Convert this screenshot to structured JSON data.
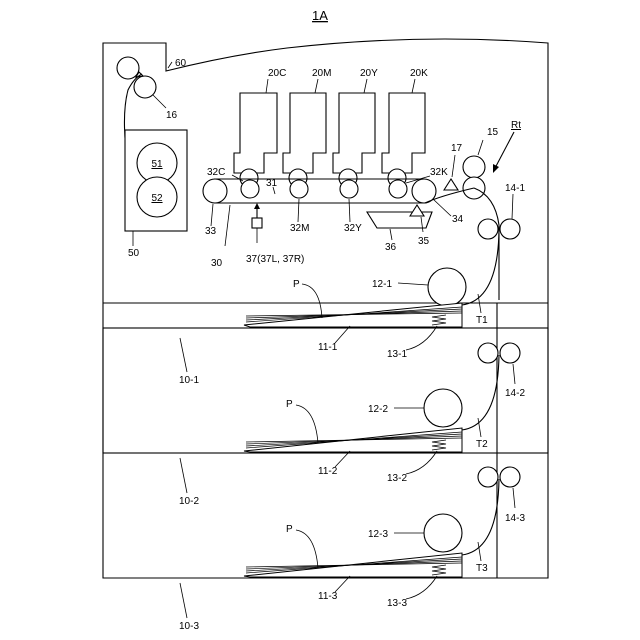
{
  "title": "1A",
  "labels": {
    "housing": "60",
    "exit_roller": "16",
    "toner_c": "20C",
    "toner_m": "20M",
    "toner_y": "20Y",
    "toner_k": "20K",
    "reg_roller": "15",
    "route": "Rt",
    "sensor17": "17",
    "fix_heat": "51",
    "fix_press": "52",
    "fixer": "50",
    "primary_c": "32C",
    "primary_k": "32K",
    "primary_m": "32M",
    "primary_y": "32Y",
    "belt": "31",
    "drive_roller": "33",
    "tension_roller": "34",
    "cleaner": "36",
    "sensor35": "35",
    "transfer_unit": "30",
    "density_sensor": "37(37L, 37R)",
    "feed_roller_1": "14-1",
    "paper_1": "P",
    "pickup_1": "12-1",
    "path_1": "T1",
    "tray_1": "11-1",
    "spring_1": "13-1",
    "cassette_1": "10-1",
    "feed_roller_2": "14-2",
    "paper_2": "P",
    "pickup_2": "12-2",
    "path_2": "T2",
    "tray_2": "11-2",
    "spring_2": "13-2",
    "cassette_2": "10-2",
    "feed_roller_3": "14-3",
    "paper_3": "P",
    "pickup_3": "12-3",
    "path_3": "T3",
    "tray_3": "11-3",
    "spring_3": "13-3",
    "cassette_3": "10-3"
  }
}
